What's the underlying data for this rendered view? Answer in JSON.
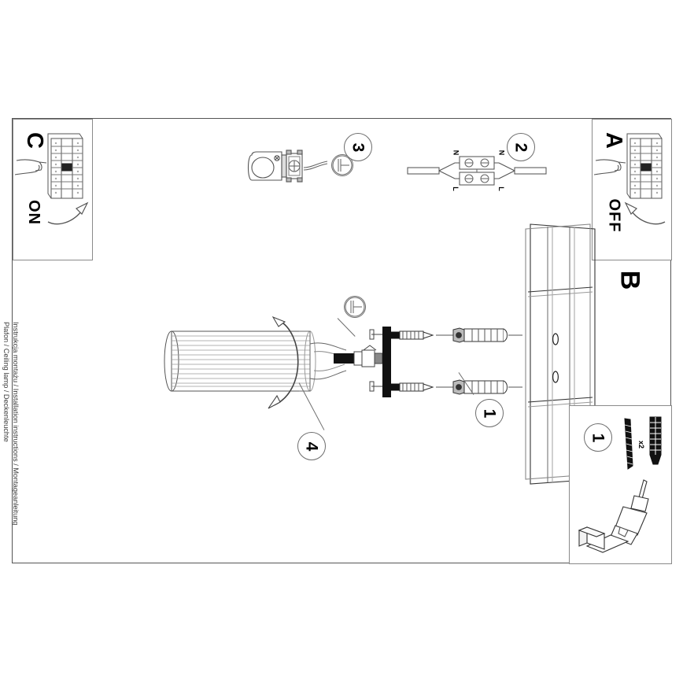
{
  "document": {
    "type": "installation-instruction-sheet",
    "orientation_deg": 90,
    "spine_line_1": "Instrukcja montażu / Installation instructions / Montageanleitung",
    "spine_line_2": "Plafon / Ceiling lamp / Deckenleuchte"
  },
  "panels": {
    "c": {
      "letter": "C",
      "state_label": "ON",
      "caption": "hand flipping circuit breaker to ON"
    },
    "a": {
      "letter": "A",
      "state_label": "OFF",
      "caption": "hand flipping circuit breaker to OFF"
    },
    "b": {
      "letter": "B",
      "caption": "ceiling surface with two drilled mounting holes"
    },
    "parts": {
      "step": "1",
      "quantity_label": "x2",
      "items": [
        "screw",
        "wall-plug",
        "power-drill"
      ]
    }
  },
  "steps": [
    {
      "number": "1",
      "caption": "drill holes and insert wall plugs with screws"
    },
    {
      "number": "2",
      "caption": "connect wires to terminal block N and L"
    },
    {
      "number": "3",
      "caption": "attach lamp base connector"
    },
    {
      "number": "4",
      "caption": "rotate and fit the cylindrical shade"
    }
  ],
  "terminal": {
    "label_n_left": "N",
    "label_n_right": "N",
    "label_l_left": "L",
    "label_l_right": "L"
  },
  "colors": {
    "ink": "#000000",
    "line": "#6d6d6d",
    "frame": "#555555",
    "panel_border": "#8a8a8a",
    "fill_dark": "#111111",
    "fill_light": "#ffffff"
  }
}
